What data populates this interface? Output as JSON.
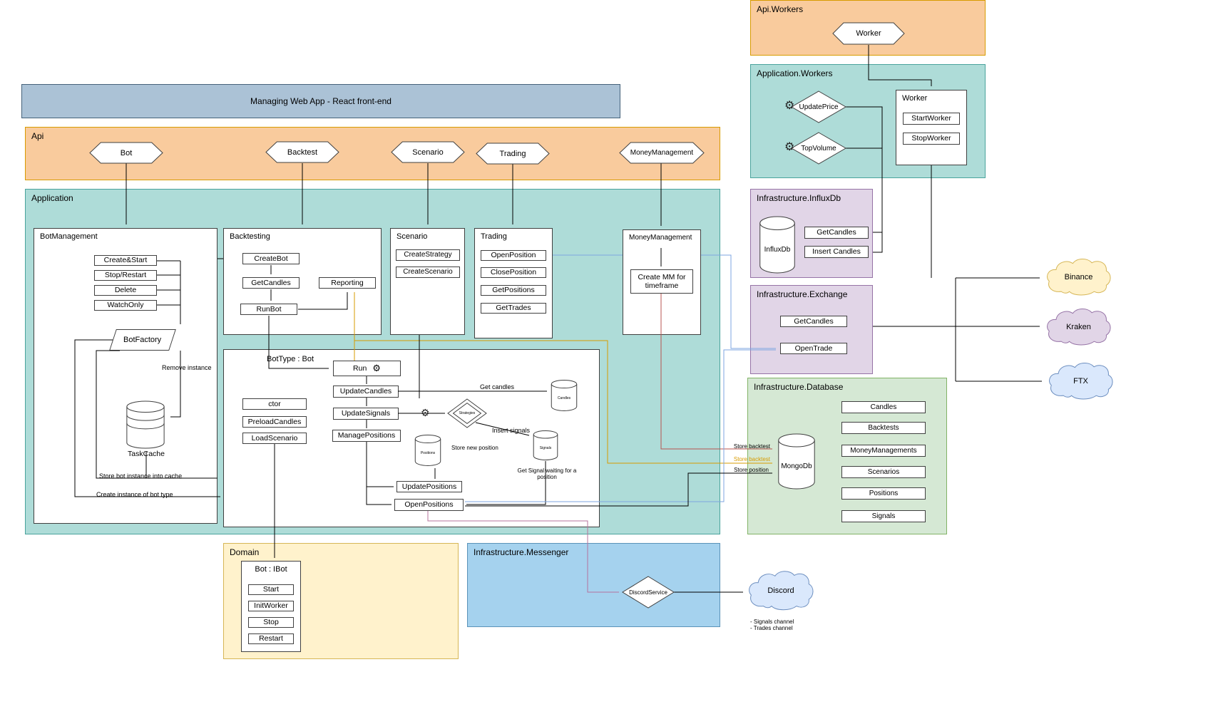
{
  "header": {
    "title": "Managing Web App - React front-end"
  },
  "colors": {
    "orange_panel": "#f9cb9d",
    "teal_panel": "#aedcd8",
    "purple_panel": "#e1d5e7",
    "green_panel": "#d5e8d4",
    "yellow_panel": "#fff2cc",
    "blue_panel": "#a5d2ee",
    "header_bar": "#abc2d6",
    "orange_edge": "#d79b00",
    "blue_edge": "#7ea6e0",
    "red_edge": "#b85450",
    "pink_edge": "#b5739d"
  },
  "api": {
    "label": "Api",
    "hex": [
      "Bot",
      "Backtest",
      "Scenario",
      "Trading",
      "MoneyManagement"
    ]
  },
  "application": {
    "label": "Application",
    "botManagement": {
      "title": "BotManagement",
      "buttons": [
        "Create&Start",
        "Stop/Restart",
        "Delete",
        "WatchOnly"
      ],
      "factory": "BotFactory",
      "cache": "TaskCache",
      "removeInstance": "Remove instance",
      "storeInstance": "Store bot instance into cache",
      "createInstance": "Create instance of bot type"
    },
    "backtesting": {
      "title": "Backtesting",
      "buttons": [
        "CreateBot",
        "GetCandles",
        "RunBot"
      ],
      "reporting": "Reporting"
    },
    "scenario": {
      "title": "Scenario",
      "buttons": [
        "CreateStrategy",
        "CreateScenario"
      ]
    },
    "trading": {
      "title": "Trading",
      "buttons": [
        "OpenPosition",
        "ClosePosition",
        "GetPositions",
        "GetTrades"
      ]
    },
    "moneyManagement": {
      "title": "MoneyManagement",
      "button": "Create MM for timeframe"
    },
    "botType": {
      "title": "BotType : Bot",
      "run": "Run",
      "pipeline": [
        "UpdateCandles",
        "UpdateSignals",
        "ManagePositions"
      ],
      "ctorButtons": [
        "ctor",
        "PreloadCandles",
        "LoadScenario"
      ],
      "positionButtons": [
        "UpdatePositions",
        "OpenPositions"
      ],
      "strategies": "Strategies",
      "cylinders": [
        "Candles",
        "Positions",
        "Signals"
      ],
      "edgeLabels": {
        "getCandles": "Get candles",
        "insertSignals": "Insert signals",
        "storeNewPosition": "Store new position",
        "getSignalWaiting": "Get Signal waiting for a position"
      }
    }
  },
  "apiWorkers": {
    "label": "Api.Workers",
    "hex": "Worker"
  },
  "applicationWorkers": {
    "label": "Application.Workers",
    "jobs": [
      "UpdatePrice",
      "TopVolume"
    ],
    "worker": {
      "title": "Worker",
      "buttons": [
        "StartWorker",
        "StopWorker"
      ]
    }
  },
  "influx": {
    "label": "Infrastructure.InfluxDb",
    "db": "InfluxDb",
    "buttons": [
      "GetCandles",
      "Insert Candles"
    ]
  },
  "exchange": {
    "label": "Infrastructure.Exchange",
    "buttons": [
      "GetCandles",
      "OpenTrade"
    ]
  },
  "database": {
    "label": "Infrastructure.Database",
    "db": "MongoDb",
    "collections": [
      "Candles",
      "Backtests",
      "MoneyManagements",
      "Scenarios",
      "Positions",
      "Signals"
    ],
    "edgeLabels": [
      "Store backtest",
      "Store backtest",
      "Store position"
    ]
  },
  "domain": {
    "label": "Domain",
    "bot": {
      "title": "Bot : IBot",
      "buttons": [
        "Start",
        "InitWorker",
        "Stop",
        "Restart"
      ]
    }
  },
  "messenger": {
    "label": "Infrastructure.Messenger",
    "service": "DiscordService"
  },
  "clouds": {
    "binance": "Binance",
    "kraken": "Kraken",
    "ftx": "FTX",
    "discord": "Discord"
  },
  "discordNote": "- Signals channel\n- Trades channel"
}
